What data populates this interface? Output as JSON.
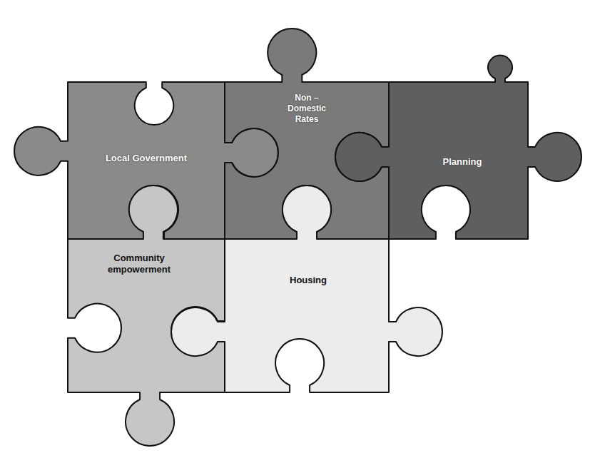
{
  "diagram": {
    "nodes": [
      {
        "text": [
          "Local Government"
        ]
      },
      {
        "text": [
          "Non – Domestic Rates"
        ]
      },
      {
        "text": [
          "Planning"
        ]
      },
      {
        "text": [
          "Community empowerment"
        ]
      },
      {
        "text": [
          "Housing"
        ]
      }
    ]
  }
}
